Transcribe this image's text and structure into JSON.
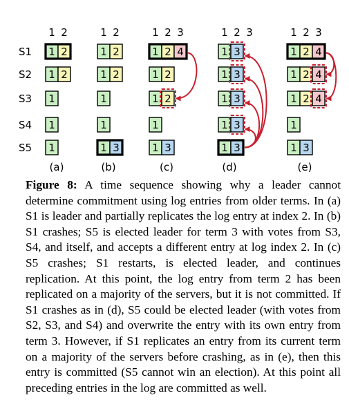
{
  "figure": {
    "servers": [
      "S1",
      "S2",
      "S3",
      "S4",
      "S5"
    ],
    "index_header": [
      "1",
      "2",
      "3"
    ],
    "colors": {
      "term1": "#c9efc2",
      "term2": "#f7f5b8",
      "term3": "#b7d6ef",
      "term4": "#f3c9cd",
      "arrow": "#c8202f"
    },
    "panels": [
      {
        "label": "(a)",
        "headers": [
          "1",
          "2"
        ],
        "logs": [
          [
            1,
            2
          ],
          [
            1,
            2
          ],
          [
            1
          ],
          [
            1
          ],
          [
            1
          ]
        ],
        "leader": 0,
        "highlight": []
      },
      {
        "label": "(b)",
        "headers": [
          "1",
          "2"
        ],
        "logs": [
          [
            1,
            2
          ],
          [
            1,
            2
          ],
          [
            1
          ],
          [
            1
          ],
          [
            1,
            3
          ]
        ],
        "leader": 4,
        "highlight": []
      },
      {
        "label": "(c)",
        "headers": [
          "1",
          "2",
          "3"
        ],
        "logs": [
          [
            1,
            2,
            4
          ],
          [
            1,
            2
          ],
          [
            1,
            2
          ],
          [
            1
          ],
          [
            1,
            3
          ]
        ],
        "leader": 0,
        "highlight": [
          [
            2,
            1
          ]
        ],
        "arrows": [
          {
            "from": [
              0,
              2
            ],
            "to": [
              2,
              1
            ]
          }
        ]
      },
      {
        "label": "(d)",
        "headers": [
          "1",
          "2",
          "3"
        ],
        "logs": [
          [
            1,
            3
          ],
          [
            1,
            3
          ],
          [
            1,
            3
          ],
          [
            1,
            3
          ],
          [
            1,
            3
          ]
        ],
        "leader": 4,
        "highlight": [
          [
            0,
            1
          ],
          [
            1,
            1
          ],
          [
            2,
            1
          ],
          [
            3,
            1
          ]
        ],
        "arrows": [
          {
            "from": [
              4,
              1
            ],
            "to": [
              0,
              1
            ]
          },
          {
            "from": [
              4,
              1
            ],
            "to": [
              1,
              1
            ]
          },
          {
            "from": [
              4,
              1
            ],
            "to": [
              2,
              1
            ]
          },
          {
            "from": [
              4,
              1
            ],
            "to": [
              3,
              1
            ]
          }
        ]
      },
      {
        "label": "(e)",
        "headers": [
          "1",
          "2",
          "3"
        ],
        "logs": [
          [
            1,
            2,
            4
          ],
          [
            1,
            2,
            4
          ],
          [
            1,
            2,
            4
          ],
          [
            1
          ],
          [
            1,
            3
          ]
        ],
        "leader": 0,
        "highlight": [
          [
            1,
            2
          ],
          [
            2,
            2
          ]
        ],
        "arrows": [
          {
            "from": [
              0,
              2
            ],
            "to": [
              1,
              2
            ]
          },
          {
            "from": [
              0,
              2
            ],
            "to": [
              2,
              2
            ]
          }
        ]
      }
    ]
  },
  "caption": {
    "label": "Figure 8:",
    "text": "A time sequence showing why a leader cannot determine commitment using log entries from older terms. In (a) S1 is leader and partially replicates the log entry at index 2. In (b) S1 crashes; S5 is elected leader for term 3 with votes from S3, S4, and itself, and accepts a different entry at log index 2. In (c) S5 crashes; S1 restarts, is elected leader, and continues replication. At this point, the log entry from term 2 has been replicated on a majority of the servers, but it is not committed. If S1 crashes as in (d), S5 could be elected leader (with votes from S2, S3, and S4) and overwrite the entry with its own entry from term 3. However, if S1 replicates an entry from its current term on a majority of the servers before crashing, as in (e), then this entry is committed (S5 cannot win an election). At this point all preceding entries in the log are committed as well."
  }
}
